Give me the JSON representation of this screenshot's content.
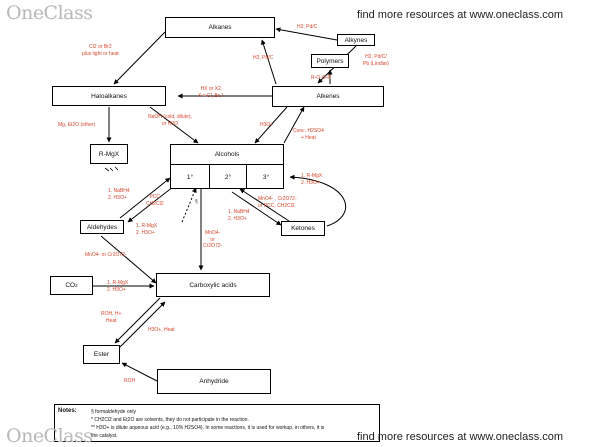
{
  "header": {
    "logo": "OneClass",
    "resources_text": "find more resources at www.oneclass.com"
  },
  "footer": {
    "logo": "OneClass",
    "resources_text": "find more resources at www.oneclass.com"
  },
  "nodes": {
    "alkanes": "Alkanes",
    "alkynes": "Alkynes",
    "polymers": "Polymers",
    "haloalkanes": "Haloalkanes",
    "alkenes": "Alkenes",
    "grignard": "R-MgX",
    "alcohols": "Alcohols",
    "alcohol_1": "1°",
    "alcohol_2": "2°",
    "alcohol_3": "3°",
    "aldehydes": "Aldehydes",
    "ketones": "Ketones",
    "co2": "CO",
    "co2_sub": "2",
    "carboxylic_acids": "Carboxylic acids",
    "ester": "Ester",
    "anhydride": "Anhydride"
  },
  "reagents": {
    "h2_pdc_top": "H2, Pd/C",
    "cl2_br2": [
      "Cl2 or Br2",
      "plus light or heat"
    ],
    "h2_pdc_left": "H2, Pd/C",
    "h2_lindlar": [
      "H2, Pd/C/",
      "Pb (Lindlar)"
    ],
    "rooR": "R-O-O-R",
    "hx_x2": [
      "HX or X2",
      "X = Cl, Br, I"
    ],
    "naoh": [
      "NaOH (cold, dilute),",
      "or H2O"
    ],
    "mg_et2o": "Mg, Et2O (ether)",
    "h3o_alkene": "H3O+",
    "conc_h2so4": [
      "Conc. H2SO4",
      "+ Heat"
    ],
    "nabh4_left": [
      "1. NaBH4",
      "2. H3O+"
    ],
    "pcc": [
      "PCC",
      "CH2Cl2"
    ],
    "rmgx_right": [
      "1. R-MgX",
      "2. H3O+"
    ],
    "mno4_right": [
      "MnO4- , Cr2O72-",
      "or PCC, CH2Cl2"
    ],
    "nabh4_right": [
      "1. NaBH4",
      "2. H3O+"
    ],
    "rmgx_ald": [
      "1. R-MgX",
      "2. H3O+"
    ],
    "mno4_center": [
      "MnO4-",
      "or",
      "Cr2O72-"
    ],
    "mno4_ald": "MnO4- or Cr2O72-",
    "rmgx_co2": [
      "1. R-MgX",
      "2. H3O+"
    ],
    "roh_h": [
      "ROH, H+",
      "Heat"
    ],
    "h3o_heat": "H3O+, Heat",
    "roh": "ROH",
    "dagger": "§"
  },
  "notes": {
    "title": "Notes:",
    "line1": "§ formaldehyde only",
    "line2": "* CH2Cl2 and Et2O are solvents, they do not participate in the reaction.",
    "line3": "** H3O+ is dilute aqueous acid (e.g., 10% H2SO4). In some reactions, it is used for workup, in others, it is",
    "line4": "the catalyst."
  },
  "colors": {
    "reagent": "#d8452b",
    "logo": "#b8b8b8",
    "box_border": "#000000"
  }
}
